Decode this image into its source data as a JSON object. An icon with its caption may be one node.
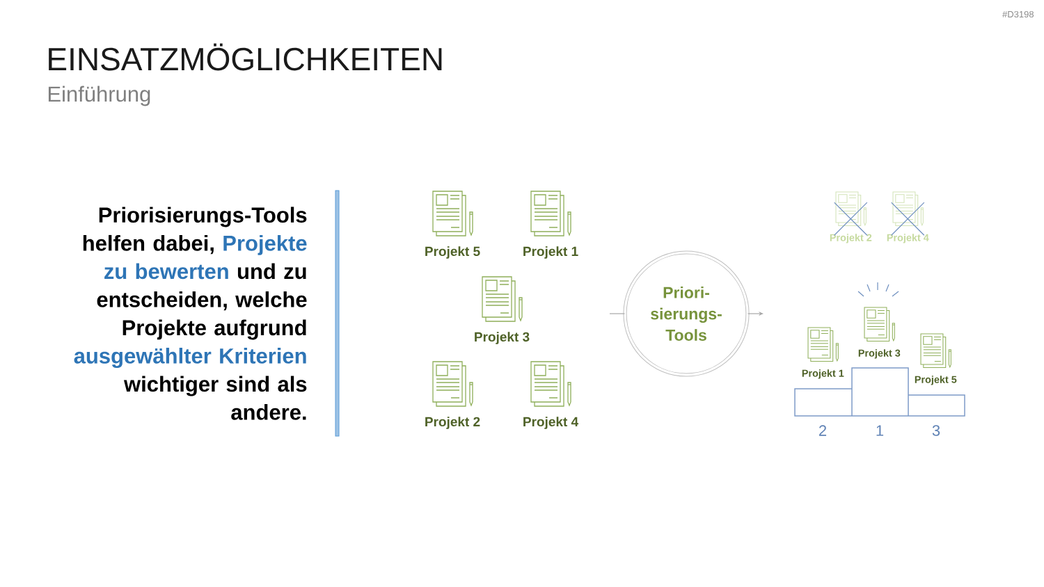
{
  "diagram": {
    "title": "EINSATZMÖGLICHKEITEN",
    "nodes": [
      {
        "text": [
          "Projekt 5"
        ]
      },
      {
        "text": [
          "Projekt 1"
        ]
      },
      {
        "text": [
          "Projekt 3"
        ]
      },
      {
        "text": [
          "Projekt 2"
        ]
      },
      {
        "text": [
          "Projekt 4"
        ]
      },
      {
        "text": [
          "Priori- sierungs- Tools"
        ]
      },
      {
        "text": [
          "Projekt 2"
        ]
      },
      {
        "text": [
          "Projekt 4"
        ]
      },
      {
        "text": [
          "Projekt 1"
        ]
      },
      {
        "text": [
          "Projekt 3"
        ]
      },
      {
        "text": [
          "Projekt 5"
        ]
      }
    ],
    "edges": [
      {
        "from": null,
        "to": 5,
        "arrow": "none"
      },
      {
        "from": 5,
        "to": null,
        "arrow": "to"
      }
    ],
    "labels": [
      "#D3198",
      "Einführung",
      "Priorisierungs-Tools helfen dabei, **Projekte zu bewerten** und zu entscheiden, welche Projekte aufgrund **ausgewählter Kriterien** wichtiger sind als andere.",
      "2",
      "1",
      "3"
    ]
  }
}
